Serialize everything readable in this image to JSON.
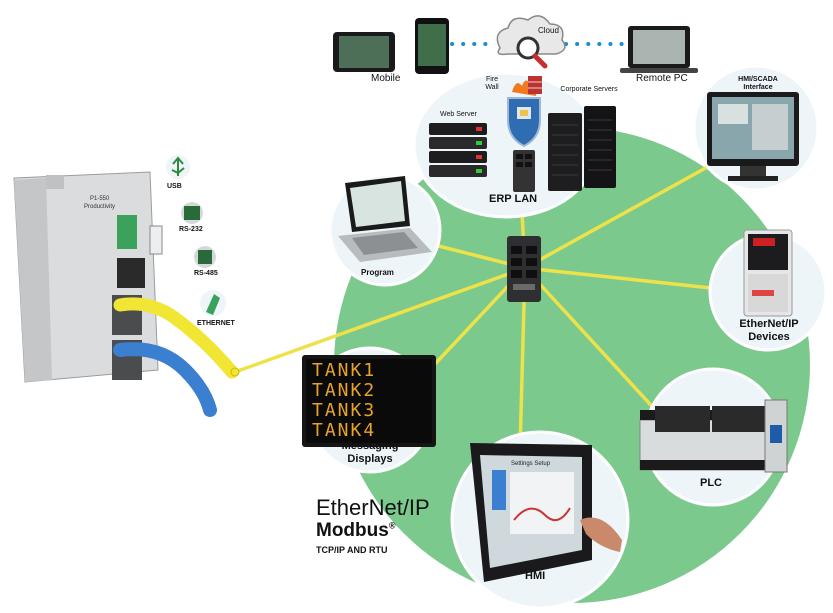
{
  "colors": {
    "network_circle": "#7cc98e",
    "bubble_fill": "#eef5f9",
    "cable_yellow": "#f2e634",
    "cable_blue": "#3b7fd0",
    "dotted_link": "#1e8bd6",
    "plc_body": "#d9dcdd"
  },
  "cloud_row": {
    "mobile": "Mobile",
    "cloud": "Cloud",
    "remote_pc": "Remote PC"
  },
  "erp_bubble": {
    "firewall": "Fire Wall",
    "corporate_servers": "Corporate Servers",
    "web_server": "Web Server",
    "title": "ERP LAN"
  },
  "nodes": {
    "hmi_scada": "HMI/SCADA Interface",
    "program": "Program",
    "ethernetip_devices": "EtherNet/IP Devices",
    "messaging": "Messaging Displays",
    "plc": "PLC",
    "hmi": "HMI"
  },
  "controller": {
    "model": "P1-550",
    "brand": "Productivity",
    "ports": [
      "USB",
      "RS-232",
      "RS-485",
      "ETHERNET"
    ]
  },
  "protocols": {
    "ethernetip": "EtherNet/IP",
    "modbus": "Modbus",
    "registered": "®",
    "modbus_sub": "TCP/IP AND RTU"
  },
  "message_display": {
    "rows": [
      "TANK1",
      "TANK2",
      "TANK3",
      "TANK4"
    ]
  },
  "hmi_screen": {
    "title": "Settings Setup"
  }
}
